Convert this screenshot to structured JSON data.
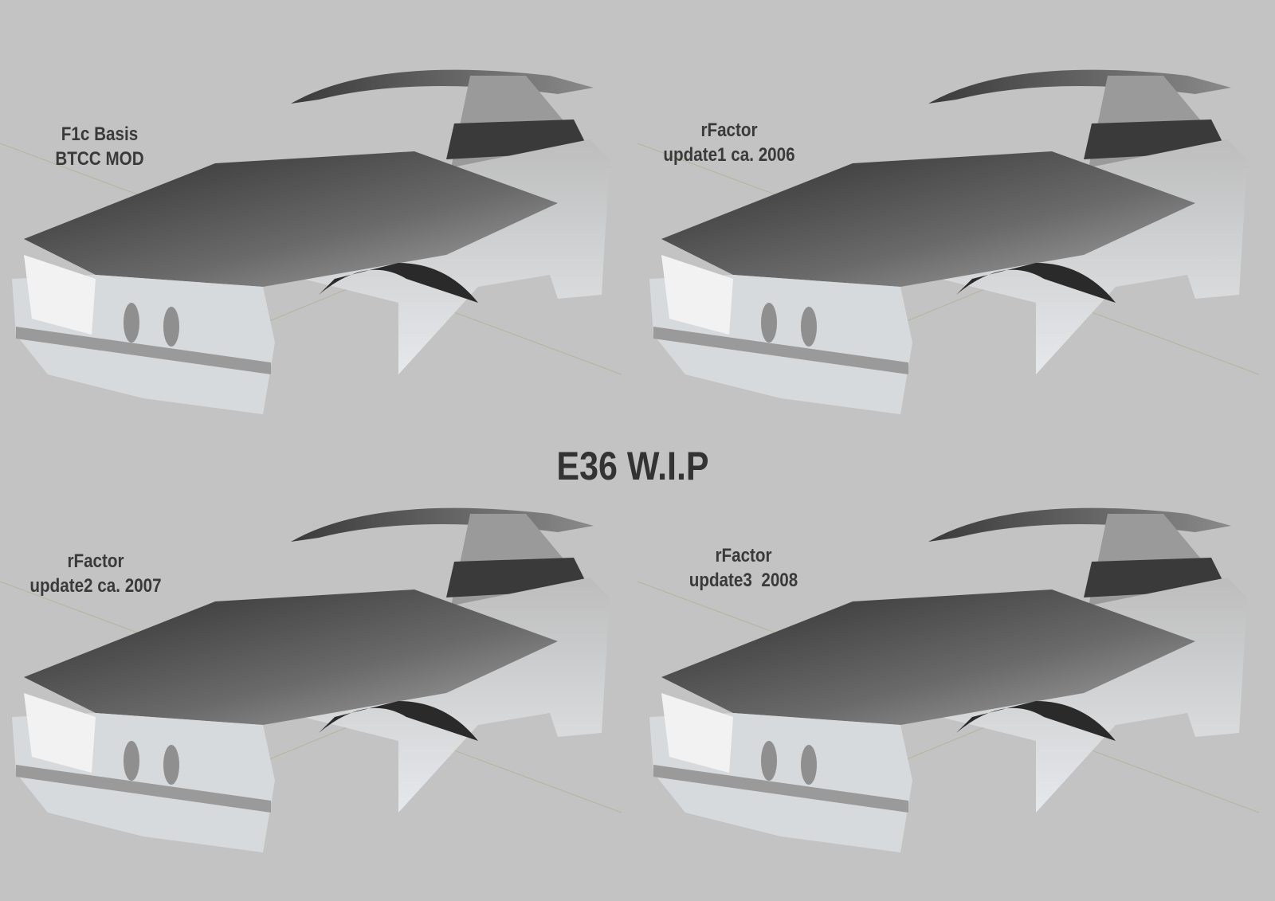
{
  "title": "E36 W.I.P",
  "panels": [
    {
      "line1": "F1c Basis",
      "line2": "BTCC MOD"
    },
    {
      "line1": "rFactor",
      "line2": "update1 ca. 2006"
    },
    {
      "line1": "rFactor",
      "line2": "update2 ca. 2007"
    },
    {
      "line1": "rFactor",
      "line2": "update3  2008"
    }
  ],
  "colors": {
    "background": "#c3c3c3",
    "text": "#3a3a3a"
  }
}
